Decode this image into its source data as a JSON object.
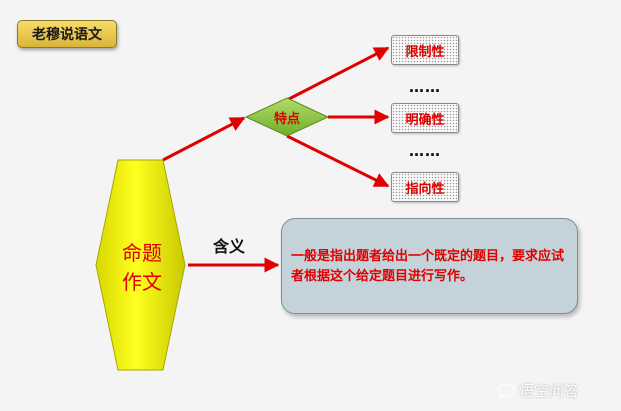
{
  "tag": "老穆说语文",
  "center_label": "特点",
  "topic": {
    "line1": "命题",
    "line2": "作文"
  },
  "properties": [
    "限制性",
    "明确性",
    "指向性"
  ],
  "ellipsis": [
    "……",
    "……"
  ],
  "meaning_label": "含义",
  "definition": "一般是指出题者给出一个既定的题目，要求应试者根据这个给定题目进行写作。",
  "watermark": "悟空问答",
  "colors": {
    "arrow": "#e00000",
    "hexagon": "#f2f200",
    "diamond": "#8cc63f",
    "text_red": "#e00000"
  }
}
